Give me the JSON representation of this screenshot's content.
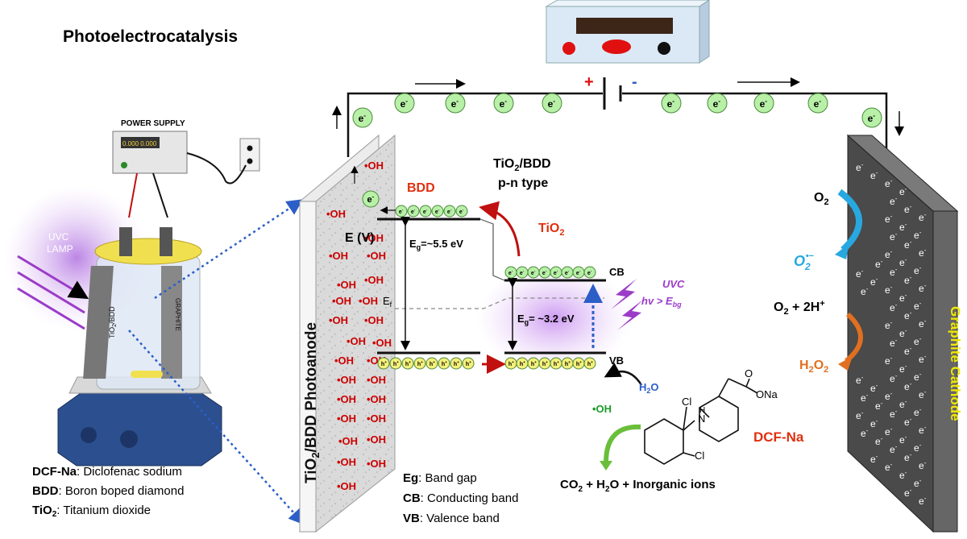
{
  "title": "Photoelectrocatalysis",
  "setup": {
    "power_supply_label": "POWER SUPPLY",
    "power_display": "0.000  0.000",
    "uvc_lamp_line1": "UVC",
    "uvc_lamp_line2": "LAMP",
    "anode_label": "TiO",
    "anode_sub": "2",
    "anode_label_tail": "/BDD",
    "cathode_label": "GRAPHITE"
  },
  "circuit": {
    "plus": "+",
    "minus": "-",
    "electron": "e",
    "electron_sup": "-"
  },
  "photoanode": {
    "label_pre": "TiO",
    "label_sub": "2",
    "label_post": "/BDD Photoanode",
    "radical": "•OH"
  },
  "band_diagram": {
    "heading_line1_pre": "TiO",
    "heading_line1_sub": "2",
    "heading_line1_post": "/BDD",
    "heading_line2": "p-n type",
    "bdd": "BDD",
    "tio2_pre": "TiO",
    "tio2_sub": "2",
    "axis": "E (V)",
    "eg_bdd_pre": "E",
    "eg_bdd_sub": "g",
    "eg_bdd_post": "=~5.5 eV",
    "eg_tio2_pre": "E",
    "eg_tio2_sub": "g",
    "eg_tio2_post": "= ~3.2 eV",
    "ef_pre": "E",
    "ef_sub": "f",
    "cb": "CB",
    "vb": "VB",
    "uvc": "UVC",
    "hv_pre": "hv > E",
    "hv_sub": "bg",
    "hole": "h",
    "hole_sup": "+",
    "h2o_pre": "H",
    "h2o_sub": "2",
    "h2o_post": "O",
    "oh": "•OH"
  },
  "molecule": {
    "cl1": "Cl",
    "cl2": "Cl",
    "nh_n": "N",
    "nh_h": "H",
    "o": "O",
    "ona": "ONa",
    "name": "DCF-Na"
  },
  "products": {
    "text_pre": "CO",
    "sub1": "2",
    "text_mid": " + H",
    "sub2": "2",
    "text_post": "O + Inorganic ions"
  },
  "legend_left": [
    {
      "key": "DCF-Na",
      "value": ": Diclofenac sodium",
      "sub": ""
    },
    {
      "key": "BDD",
      "value": ": Boron boped diamond",
      "sub": ""
    },
    {
      "key": "TiO",
      "value": ": Titanium dioxide",
      "sub": "2"
    }
  ],
  "legend_mid": [
    {
      "key": "Eg",
      "value": ": Band gap"
    },
    {
      "key": "CB",
      "value": ": Conducting band"
    },
    {
      "key": "VB",
      "value": ": Valence band"
    }
  ],
  "cathode": {
    "label": "Graphite Cathode",
    "o2_pre": "O",
    "o2_sub": "2",
    "superoxide_pre": "O",
    "superoxide_sub": "2",
    "superoxide_sup": "•−",
    "reactant_pre": "O",
    "reactant_sub": "2",
    "reactant_post": " + 2H",
    "reactant_sup": "+",
    "h2o2_pre": "H",
    "h2o2_sub1": "2",
    "h2o2_mid": "O",
    "h2o2_sub2": "2",
    "electron": "e",
    "electron_sup": "-"
  },
  "colors": {
    "title": "#1f1fd6",
    "radical": "#cc0000",
    "bdd": "#e03010",
    "electron_fill": "#b8f0a8",
    "hole_fill": "#f5f07a",
    "uv_purple": "#9b3cc8",
    "cathode_label": "#f0e800",
    "dcf": "#e03010",
    "superoxide": "#28a8e0",
    "h2o2": "#e07020"
  }
}
